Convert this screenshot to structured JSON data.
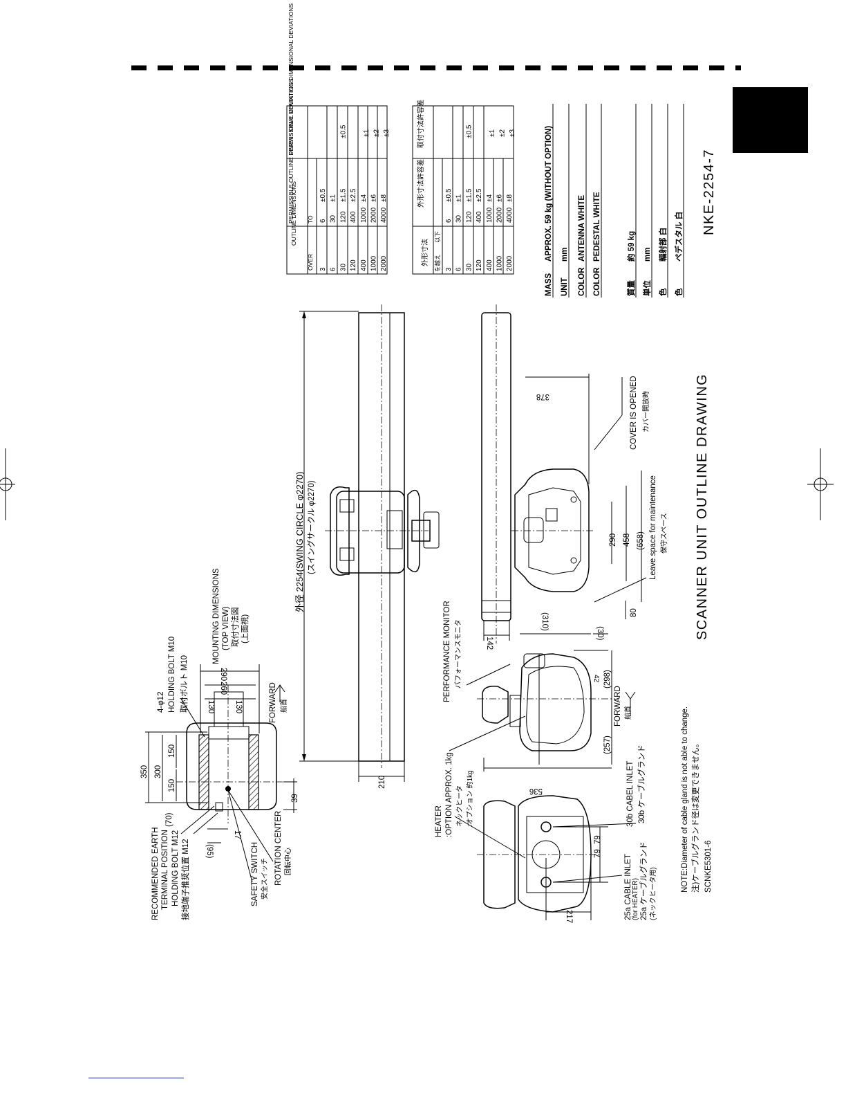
{
  "drawing": {
    "title": "SCANNER UNIT OUTLINE DRAWING",
    "number": "NKE-2254-7",
    "code": "SCNKE5301-6",
    "note_en": "NOTE:Diameter of cable gland is not able to change.",
    "note_jp": "注)ケーブルグランド径は変更できません。"
  },
  "specs": {
    "mass_label": "MASS",
    "mass_value": "APPROX. 59 kg (WITHOUT OPTION)",
    "unit_label": "UNIT",
    "unit_value": "mm",
    "color1_label": "COLOR",
    "color1_value": "ANTENNA WHITE",
    "color2_label": "COLOR",
    "color2_value": "PEDESTAL WHITE",
    "mass_jp_label": "質量",
    "mass_jp_value": "約 59 kg",
    "unit_jp_label": "単位",
    "unit_jp_value": "mm",
    "color1_jp_label": "色",
    "color1_jp_value": "輻射部 白",
    "color2_jp_label": "色",
    "color2_jp_value": "ペデスタル 白"
  },
  "table_en": {
    "h_outline": "OUTLINE DIMENSIONS",
    "h_over": "OVER",
    "h_to": "TO",
    "h_outline_dev": "PERMISSIBLE OUTLINE DIMENSIONAL DEVIATIONS",
    "h_mount_dev": "PERMISSIBLE MOUNTING DIMENSIONAL DEVIATIONS",
    "rows": [
      {
        "over": "3",
        "to": "6",
        "dev": "±0.5"
      },
      {
        "over": "6",
        "to": "30",
        "dev": "±1"
      },
      {
        "over": "30",
        "to": "120",
        "dev": "±1.5"
      },
      {
        "over": "120",
        "to": "400",
        "dev": "±2.5"
      },
      {
        "over": "400",
        "to": "1000",
        "dev": "±4"
      },
      {
        "over": "1000",
        "to": "2000",
        "dev": "±6"
      },
      {
        "over": "2000",
        "to": "4000",
        "dev": "±8"
      }
    ],
    "mount": [
      "±0.5",
      "±1",
      "±2",
      "±3"
    ]
  },
  "table_jp": {
    "h_outline": "外形寸法",
    "h_over": "を越え",
    "h_to": "以下",
    "h_outline_dev": "外形寸法許容差",
    "h_mount_dev": "取付寸法許容差",
    "rows": [
      {
        "over": "3",
        "to": "6",
        "dev": "±0.5"
      },
      {
        "over": "6",
        "to": "30",
        "dev": "±1"
      },
      {
        "over": "30",
        "to": "120",
        "dev": "±1.5"
      },
      {
        "over": "120",
        "to": "400",
        "dev": "±2.5"
      },
      {
        "over": "400",
        "to": "1000",
        "dev": "±4"
      },
      {
        "over": "1000",
        "to": "2000",
        "dev": "±6"
      },
      {
        "over": "2000",
        "to": "4000",
        "dev": "±8"
      }
    ],
    "mount": [
      "±0.5",
      "±1",
      "±2",
      "±3"
    ]
  },
  "top_view": {
    "swing_label_en": "外径 2254(SWING CIRCLE φ2270)",
    "swing_label_jp": "(スイングサークル φ2270)",
    "dim_210": "210"
  },
  "mounting": {
    "title_en": "MOUNTING DIMENSIONS",
    "title_en2": "(TOP VIEW)",
    "title_jp": "取付寸法図",
    "title_jp2": "(上面視)",
    "hole_label": "4-φ12",
    "bolt_en": "HOLDING BOLT M10",
    "bolt_jp": "取付ボルト M10",
    "forward_en": "FORWARD",
    "forward_jp": "船首",
    "earth_en1": "RECOMMENDED EARTH",
    "earth_en2": "TERMINAL POSITION",
    "earth_bolt_en": "HOLDING BOLT M12",
    "earth_jp": "接地端子推奨位置 M12",
    "safety_en": "SAFETY SWITCH",
    "safety_jp": "安全スイッチ",
    "rotation_en": "ROTATION CENTER",
    "rotation_jp": "回転中心",
    "dims": [
      "350",
      "300",
      "150",
      "150",
      "290",
      "260",
      "130",
      "130",
      "(70)",
      "(95)",
      "17",
      "39"
    ]
  },
  "side_views": {
    "performance_en": "PERFORMANCE MONITOR",
    "performance_jp": "パフォーマンスモニタ",
    "heater_en1": "HEATER",
    "heater_en2": ":OPTION APPROX. 1kg",
    "heater_jp1": "ネックヒータ",
    "heater_jp2": ":オプション 約1kg",
    "cable30_en": "30b CABEL INLET",
    "cable30_jp": "30b ケーブルグランド",
    "cable25_en1": "25a CABLE INLET",
    "cable25_en2": "(for HEATER)",
    "cable25_jp1": "25a ケーブルグランド",
    "cable25_jp2": "(ネックヒータ用)",
    "forward_en": "FORWARD",
    "forward_jp": "船首",
    "cover_en": "COVER IS OPENED",
    "cover_jp": "カバー開放時",
    "leave_en": "Leave space for maintenance",
    "leave_jp": "保守スペース",
    "dims": [
      "378",
      "290",
      "458",
      "(658)",
      "80",
      "(310)",
      "(30)",
      "142",
      "(298)",
      "(257)",
      "536",
      "217",
      "79",
      "79",
      "42"
    ]
  }
}
